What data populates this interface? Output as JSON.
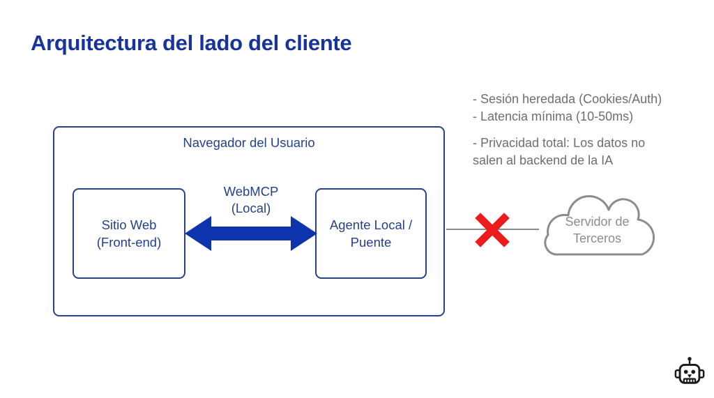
{
  "slide": {
    "title": "Arquitectura del lado del cliente"
  },
  "benefits": {
    "line1": "- Sesión heredada (Cookies/Auth)",
    "line2": "- Latencia mínima (10-50ms)",
    "line3": "- Privacidad total: Los datos no",
    "line4": "salen al backend de la IA"
  },
  "diagram": {
    "browser_label": "Navegador del Usuario",
    "website_line1": "Sitio Web",
    "website_line2": "(Front-end)",
    "agent_line1": "Agente Local /",
    "agent_line2": "Puente",
    "protocol_line1": "WebMCP",
    "protocol_line2": "(Local)",
    "cloud_line1": "Servidor de",
    "cloud_line2": "Terceros"
  },
  "icons": {
    "blocked_connection": "red-x-icon",
    "third_party_server": "cloud-icon",
    "watermark": "robot-icon",
    "local_link": "double-arrow-icon"
  },
  "colors": {
    "title_blue": "#16339E",
    "diagram_blue": "#27418C",
    "arrow_blue": "#0E34AD",
    "note_gray": "#6E6E6E",
    "cloud_gray": "#8C8C8C",
    "line_gray": "#8A8A8A",
    "blocked_red": "#ED1C1C"
  }
}
